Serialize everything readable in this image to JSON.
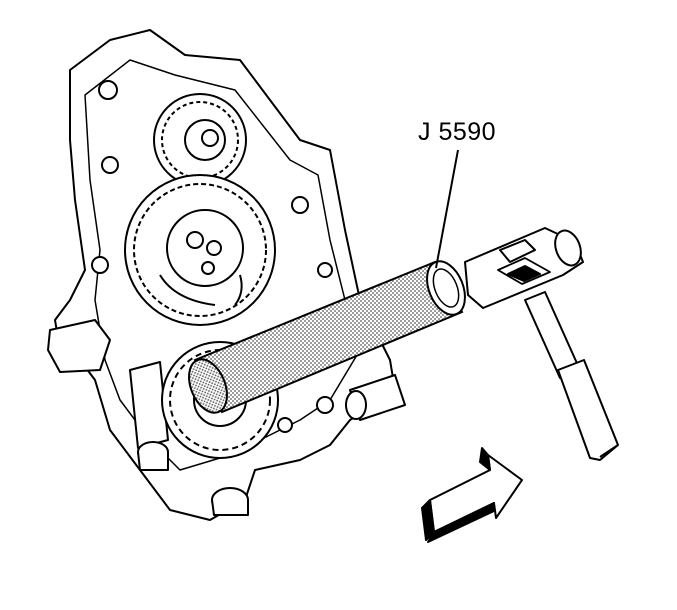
{
  "diagram": {
    "tool_label": "J 5590",
    "colors": {
      "line": "#000000",
      "fill": "#ffffff",
      "hatch": "#6e6e6e",
      "shade": "#bdbdbd"
    },
    "parts": [
      "engine-block",
      "camshaft-sprocket",
      "upper-gear",
      "crankshaft-gear",
      "installer-tool",
      "hammer",
      "direction-arrow"
    ]
  }
}
